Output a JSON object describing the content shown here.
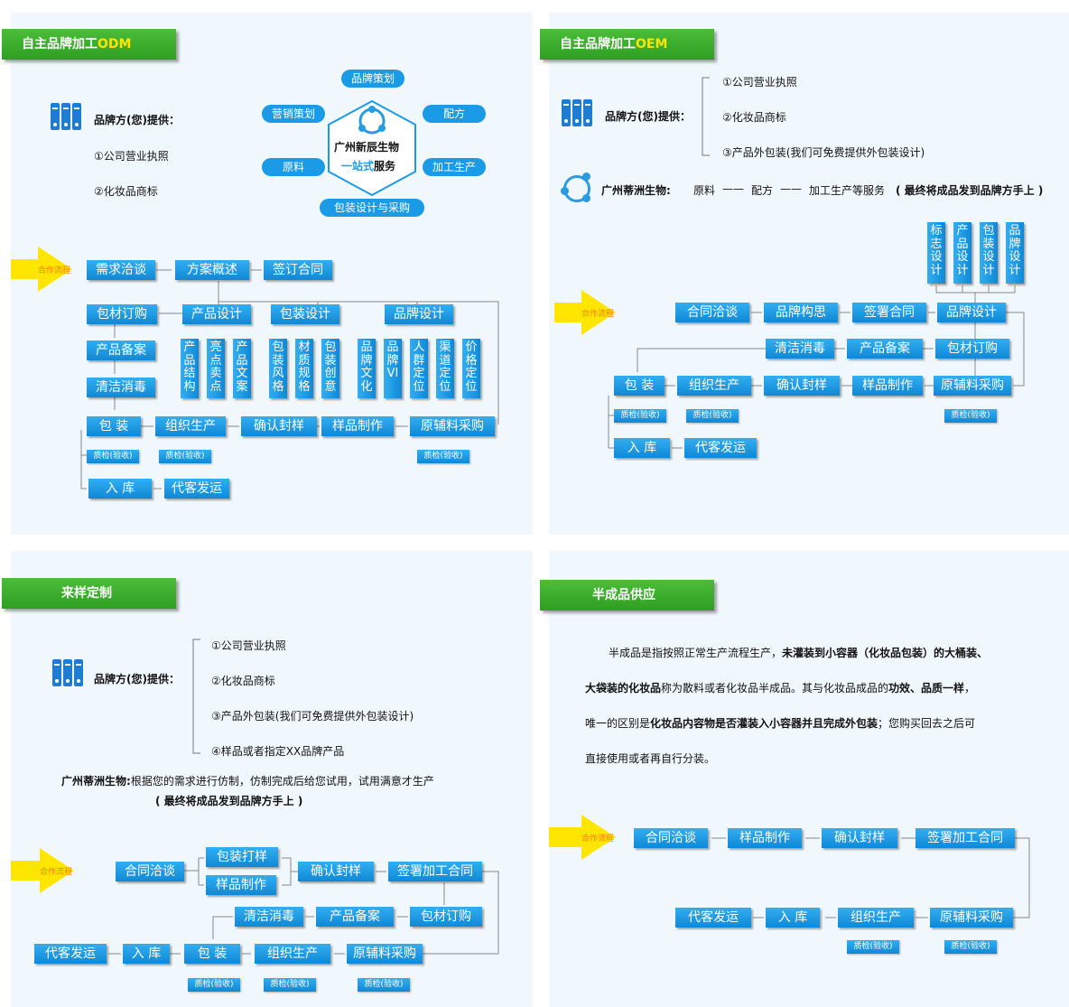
{
  "odm": {
    "title_prefix": "自主品牌加工",
    "title_hl": "ODM",
    "provider_label": "品牌方(您)提供：",
    "items": [
      "①公司营业执照",
      "②化妆品商标"
    ],
    "hub": {
      "line1": "广州新辰生物",
      "line2a": "一站式",
      "line2b": "服务"
    },
    "pills": [
      "品牌策划",
      "营销策划",
      "配方",
      "原料",
      "加工生产",
      "包装设计与采购"
    ],
    "flow_label": "合作流程",
    "row1": [
      "需求洽谈",
      "方案概述",
      "签订合同"
    ],
    "row2": [
      "包材订购",
      "产品设计",
      "包装设计",
      "品牌设计"
    ],
    "col_left": [
      "产品备案",
      "清洁消毒"
    ],
    "sub_product": [
      "产品结构",
      "亮点卖点",
      "产品文案"
    ],
    "sub_package": [
      "包装风格",
      "材质规格",
      "包装创意"
    ],
    "sub_brand": [
      "品牌文化",
      "品牌VI",
      "人群定位",
      "渠道定位",
      "价格定位"
    ],
    "row5": [
      "包 装",
      "组织生产",
      "确认封样",
      "样品制作",
      "原辅料采购"
    ],
    "qc": "质检(验收)",
    "row6": [
      "入 库",
      "代客发运"
    ]
  },
  "oem": {
    "title_prefix": "自主品牌加工",
    "title_hl": "OEM",
    "provider_label": "品牌方(您)提供：",
    "items": [
      "①公司营业执照",
      "②化妆品商标",
      "③产品外包装(我们可免费提供外包装设计)"
    ],
    "company": "广州蒂洲生物:",
    "svc1": "原料",
    "svc2": "配方",
    "svc3": "加工生产等服务",
    "svc_note": "( 最终将成品发到品牌方手上 )",
    "design_cols": [
      "标志设计",
      "产品设计",
      "包装设计",
      "品牌设计"
    ],
    "flow_label": "合作流程",
    "row1": [
      "合同洽谈",
      "品牌构思",
      "签署合同",
      "品牌设计"
    ],
    "row2": [
      "清洁消毒",
      "产品备案",
      "包材订购"
    ],
    "row3": [
      "包 装",
      "组织生产",
      "确认封样",
      "样品制作",
      "原辅料采购"
    ],
    "qc": "质检(验收)",
    "row4": [
      "入 库",
      "代客发运"
    ]
  },
  "sample": {
    "title": "来样定制",
    "provider_label": "品牌方(您)提供：",
    "items": [
      "①公司营业执照",
      "②化妆品商标",
      "③产品外包装(我们可免费提供外包装设计)",
      "④样品或者指定XX品牌产品"
    ],
    "company": "广州蒂洲生物:",
    "desc": "根据您的需求进行仿制，仿制完成后给您试用，试用满意才生产",
    "note": "( 最终将成品发到品牌方手上 )",
    "flow_label": "合作流程",
    "nodes": {
      "contract": "合同洽谈",
      "proof": "包装打样",
      "sample": "样品制作",
      "confirm": "确认封样",
      "sign": "签署加工合同",
      "clean": "清洁消毒",
      "record": "产品备案",
      "pack_order": "包材订购",
      "ship": "代客发运",
      "store": "入 库",
      "pack": "包 装",
      "produce": "组织生产",
      "purchase": "原辅料采购"
    },
    "qc": "质检(验收)"
  },
  "semi": {
    "title": "半成品供应",
    "p1a": "半成品是指按照正常生产流程生产，",
    "p1b": "未灌装到小容器（化妆品包装）的大桶装、",
    "p2a": "大袋装的化妆品",
    "p2b": "称为散料或者化妆品半成品。其与化妆品成品的",
    "p2c": "功效、品质一样",
    "p2d": "，",
    "p3a": "唯一的区别是",
    "p3b": "化妆品内容物是否灌装入小容器并且完成外包装",
    "p3c": "；您购买回去之后可",
    "p4": "直接使用或者再自行分装。",
    "flow_label": "合作流程",
    "row1": [
      "合同洽谈",
      "样品制作",
      "确认封样",
      "签署加工合同"
    ],
    "row2": [
      "代客发运",
      "入 库",
      "组织生产",
      "原辅料采购"
    ],
    "qc": "质检(验收)"
  }
}
